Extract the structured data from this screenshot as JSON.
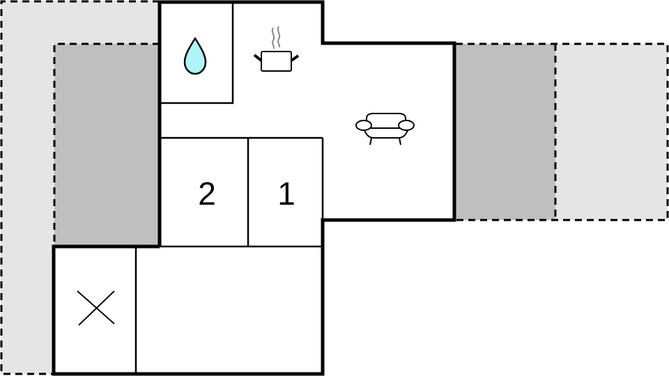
{
  "diagram": {
    "type": "floor-plan",
    "colors": {
      "background": "#ffffff",
      "terrace_light": "#e5e5e5",
      "terrace_dark": "#bfbfbf",
      "wall": "#000000",
      "water_drop": "#aef5fa",
      "steam": "#888888"
    },
    "rooms": [
      {
        "id": "bathroom",
        "icon": "water-drop-icon",
        "label": ""
      },
      {
        "id": "kitchen",
        "icon": "cooking-pot-icon",
        "label": ""
      },
      {
        "id": "living-room",
        "icon": "sofa-icon",
        "label": ""
      },
      {
        "id": "bedroom-2",
        "icon": "",
        "label": "2"
      },
      {
        "id": "bedroom-1",
        "icon": "",
        "label": "1"
      },
      {
        "id": "storage",
        "icon": "cross-icon",
        "label": ""
      },
      {
        "id": "hall",
        "icon": "",
        "label": ""
      }
    ],
    "outdoor_areas": [
      {
        "id": "terrace-left-light",
        "style": "light-gray dashed"
      },
      {
        "id": "terrace-left-covered",
        "style": "dark-gray dashed"
      },
      {
        "id": "terrace-right-covered",
        "style": "dark-gray dashed"
      },
      {
        "id": "terrace-right-light",
        "style": "light-gray dashed"
      }
    ]
  },
  "labels": {
    "bedroom_2": "2",
    "bedroom_1": "1"
  }
}
